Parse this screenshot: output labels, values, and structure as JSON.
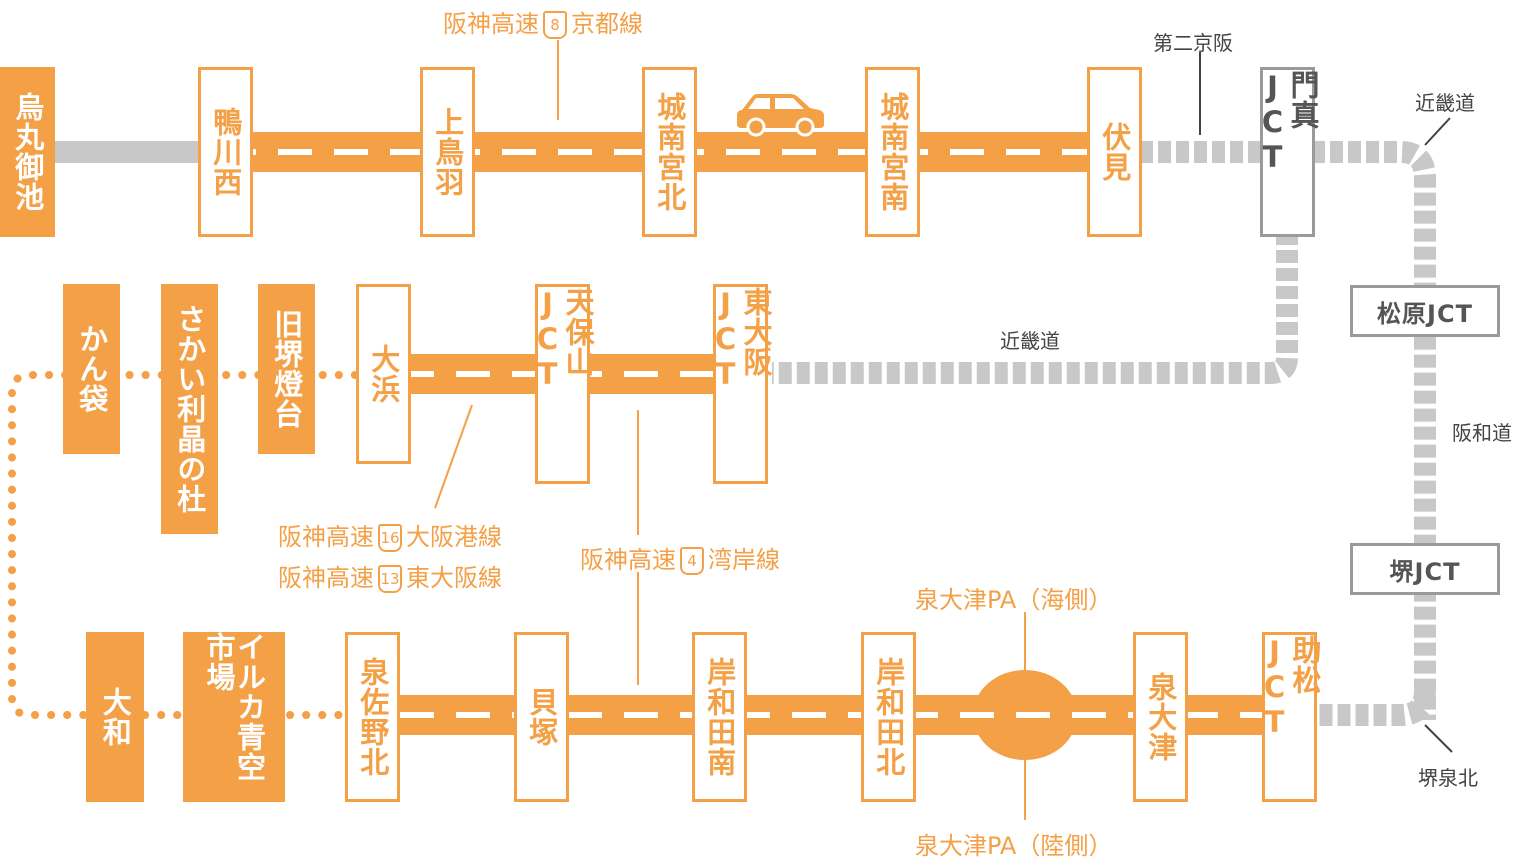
{
  "colors": {
    "orange": "#f4a046",
    "grey": "#c8c8c8",
    "grey_dark": "#9a9a9a",
    "white": "#ffffff"
  },
  "stations": {
    "karasuma_oike": "烏丸御池",
    "kamogawa_nishi": "鴨川西",
    "kamitoba": "上鳥羽",
    "jonangu_kita": "城南宮北",
    "jonangu_minami": "城南宮南",
    "fushimi": "伏見",
    "kadoma_jct": "門真JCT",
    "kanbukuro": "かん袋",
    "sakai_rishonomori": "さかい利晶の杜",
    "kyu_sakai_todai": "旧堺燈台",
    "ohama": "大浜",
    "tenpozan_jct": "天保山JCT",
    "higashi_osaka_jct": "東大阪JCT",
    "yamato": "大和",
    "iruka_aozora": "イルカ青空市場",
    "izumisano_kita": "泉佐野北",
    "kaizuka": "貝塚",
    "kishiwada_minami": "岸和田南",
    "kishiwada_kita": "岸和田北",
    "izumiotsu": "泉大津",
    "sukematsu_jct": "助松JCT",
    "matsubara_jct": "松原JCT",
    "sakai_jct": "堺JCT"
  },
  "routes": {
    "kyoto": {
      "prefix": "阪神高速",
      "num": "8",
      "name": "京都線"
    },
    "osakako": {
      "prefix": "阪神高速",
      "num": "16",
      "name": "大阪港線"
    },
    "higashiosaka": {
      "prefix": "阪神高速",
      "num": "13",
      "name": "東大阪線"
    },
    "wangan": {
      "prefix": "阪神高速",
      "num": "4",
      "name": "湾岸線"
    }
  },
  "other_roads": {
    "daini_keihan": "第二京阪",
    "kinkido_1": "近畿道",
    "kinkido_2": "近畿道",
    "hanwado": "阪和道",
    "sakai_senboku": "堺泉北"
  },
  "pa": {
    "umi": "泉大津PA（海側）",
    "riku": "泉大津PA（陸側）"
  },
  "icons": {
    "car": "car-icon"
  }
}
